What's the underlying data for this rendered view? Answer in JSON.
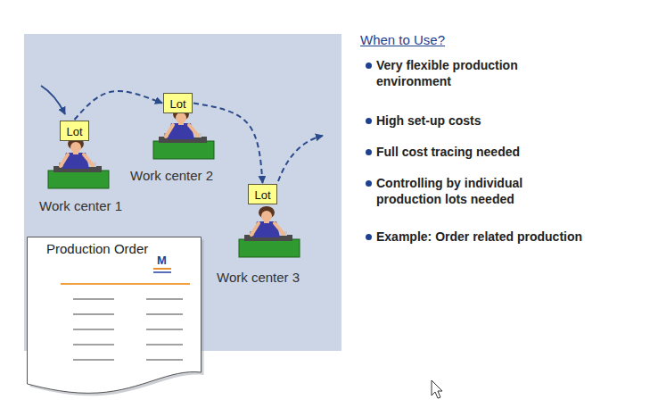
{
  "diagram": {
    "title": "When to Use?",
    "nodes": [
      {
        "text": [
          "Lot"
        ]
      },
      {
        "text": [
          "Lot"
        ]
      },
      {
        "text": [
          "Lot"
        ]
      },
      {
        "text": [
          "Production Order",
          "M"
        ]
      }
    ],
    "edges": [
      {
        "from": 0,
        "to": 1,
        "arrow": "to"
      },
      {
        "from": 1,
        "to": 2,
        "arrow": "to"
      }
    ],
    "labels": [
      "Work center 1",
      "Work center 2",
      "Work center 3",
      "Very flexible production environment",
      "High set-up costs",
      "Full cost tracing needed",
      "Controlling by individual production lots needed",
      "Example: Order related production"
    ]
  }
}
